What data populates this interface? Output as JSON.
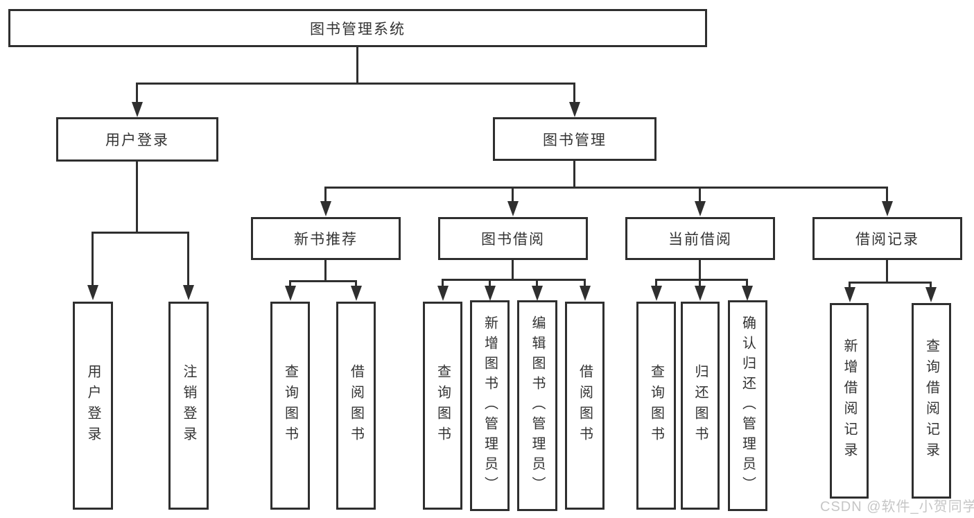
{
  "diagram": {
    "root": "图书管理系统",
    "user_login": {
      "label": "用户登录",
      "children": [
        "用户登录",
        "注销登录"
      ]
    },
    "book_management": {
      "label": "图书管理",
      "sections": [
        {
          "label": "新书推荐",
          "children": [
            "查询图书",
            "借阅图书"
          ]
        },
        {
          "label": "图书借阅",
          "children": [
            "查询图书",
            "新增图书（管理员）",
            "编辑图书（管理员）",
            "借阅图书"
          ]
        },
        {
          "label": "当前借阅",
          "children": [
            "查询图书",
            "归还图书",
            "确认归还（管理员）"
          ]
        },
        {
          "label": "借阅记录",
          "children": [
            "新增借阅记录",
            "查询借阅记录"
          ]
        }
      ]
    }
  },
  "watermark": "CSDN @软件_小贺同学",
  "colors": {
    "line": "#2f2f2f",
    "text": "#333333",
    "watermark_text": "#c6c6c6",
    "background": "#ffffff"
  }
}
